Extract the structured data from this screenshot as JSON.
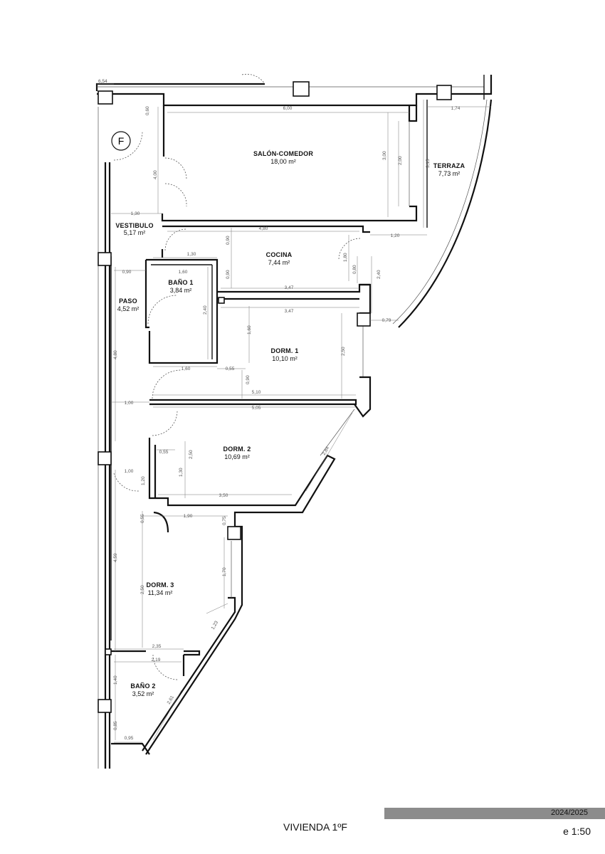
{
  "rooms": [
    {
      "name": "SALÓN-COMEDOR",
      "area": "18,00 m²"
    },
    {
      "name": "TERRAZA",
      "area": "7,73 m²"
    },
    {
      "name": "VESTIBULO",
      "area": "5,17 m²"
    },
    {
      "name": "COCINA",
      "area": "7,44 m²"
    },
    {
      "name": "BAÑO 1",
      "area": "3,84 m²"
    },
    {
      "name": "PASO",
      "area": "4,52 m²"
    },
    {
      "name": "DORM. 1",
      "area": "10,10 m²"
    },
    {
      "name": "DORM. 2",
      "area": "10,69 m²"
    },
    {
      "name": "DORM. 3",
      "area": "11,34 m²"
    },
    {
      "name": "BAÑO 2",
      "area": "3,52 m²"
    }
  ],
  "dimensions": [
    "6,54",
    "0,60",
    "6,00",
    "1,74",
    "3,00",
    "2,00",
    "3,15",
    "4,00",
    "1,30",
    "4,80",
    "0,90",
    "1,20",
    "1,80",
    "1,30",
    "0,90",
    "0,80",
    "2,40",
    "1,60",
    "3,47",
    "0,90",
    "3,47",
    "2,40",
    "1,60",
    "2,50",
    "0,79",
    "4,80",
    "1,60",
    "0,55",
    "0,90",
    "5,10",
    "1,00",
    "5,05",
    "0,55",
    "2,50",
    "1,30",
    "2,84",
    "1,00",
    "1,20",
    "3,50",
    "0,55",
    "1,90",
    "0,75",
    "4,59",
    "1,70",
    "2,50",
    "1,23",
    "2,35",
    "2,19",
    "1,40",
    "2,61",
    "0,85",
    "0,95"
  ],
  "entrance_marker": "F",
  "footer": {
    "year": "2024/2025",
    "title": "VIVIENDA 1ºF",
    "scale": "e 1:50"
  }
}
